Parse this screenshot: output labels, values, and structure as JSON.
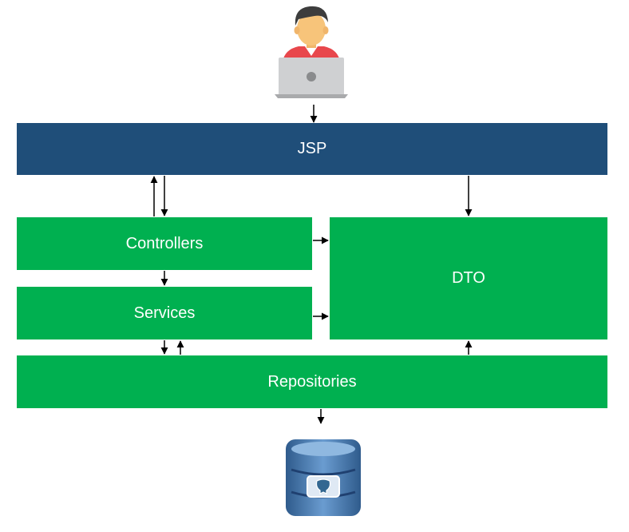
{
  "layers": {
    "jsp": "JSP",
    "controllers": "Controllers",
    "services": "Services",
    "dto": "DTO",
    "repositories": "Repositories"
  },
  "colors": {
    "jsp": "#1f4e79",
    "layer_green": "#00b050",
    "arrow": "#000000"
  },
  "icons": {
    "user": "user-at-laptop-icon",
    "database": "postgresql-database-icon"
  }
}
